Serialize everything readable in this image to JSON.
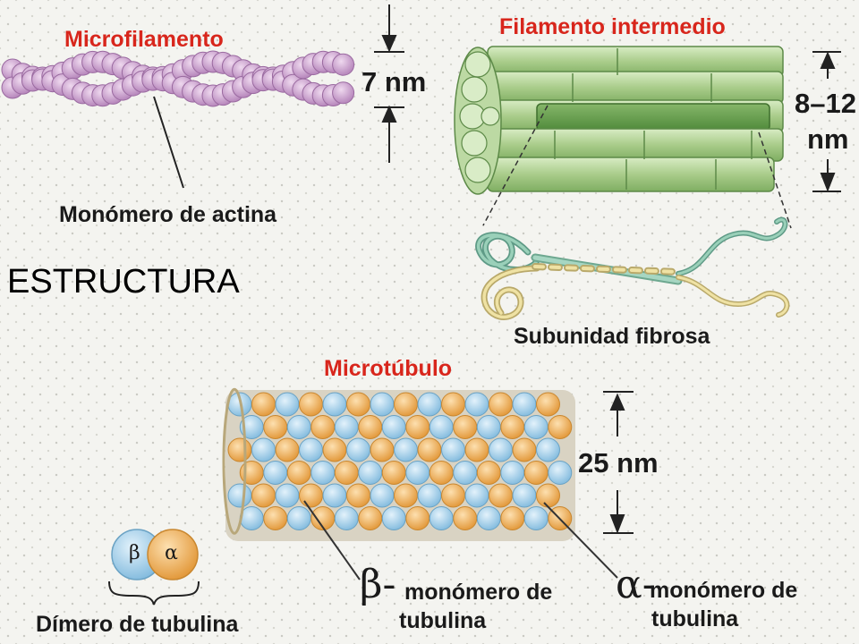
{
  "heading": "ESTRUCTURA",
  "microfilament": {
    "title": "Microfilamento",
    "size": "7 nm",
    "monomer_label": "Monómero de actina",
    "color": "#d4a8d6"
  },
  "intermediate_filament": {
    "title": "Filamento intermedio",
    "size_line1": "8–12",
    "size_line2": "nm",
    "subunit_label": "Subunidad fibrosa",
    "color": "#a9cc8a"
  },
  "microtubule": {
    "title": "Microtúbulo",
    "size": "25 nm",
    "beta_color": "#a9d3ec",
    "alpha_color": "#f2b564",
    "beta_label_line1": "monómero de",
    "beta_label_line2": "tubulina",
    "alpha_label_line1": "monómero de",
    "alpha_label_line2": "tubulina",
    "dimer_label": "Dímero de tubulina",
    "beta_symbol": "β",
    "alpha_symbol": "α",
    "beta_prefix": "β-",
    "alpha_prefix": "α-"
  }
}
